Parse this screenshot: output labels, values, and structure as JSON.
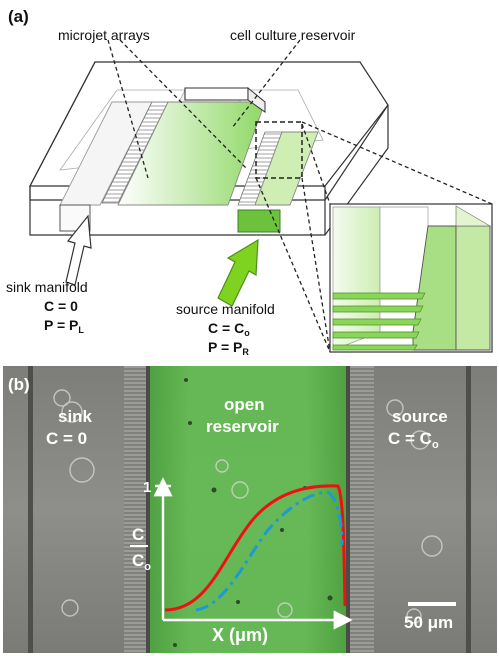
{
  "panel_a": {
    "label": "(a)",
    "callouts": {
      "microjet_arrays": "microjet arrays",
      "cell_culture_reservoir": "cell culture reservoir"
    },
    "sink": {
      "title": "sink manifold",
      "c_eq": "C = 0",
      "p_eq": "P = P",
      "p_sub": "L"
    },
    "source": {
      "title": "source manifold",
      "c_eq": "C = C",
      "c_sub": "o",
      "p_eq": "P = P",
      "p_sub": "R"
    },
    "colors": {
      "green": "#7ed321",
      "light_green": "#d9f5b8",
      "line": "#222222"
    }
  },
  "panel_b": {
    "label": "(b)",
    "sink_label": "sink",
    "sink_eq": "C = 0",
    "reservoir_label_1": "open",
    "reservoir_label_2": "reservoir",
    "source_label": "source",
    "source_eq": "C = C",
    "source_eq_sub": "o",
    "y_tick": "1",
    "y_label_top": "C",
    "y_label_bottom": "C",
    "y_label_bottom_sub": "o",
    "x_label": "X (μm)",
    "scale_bar": "50 μm",
    "colors": {
      "bg": "#8a8a86",
      "green": "#59b84a",
      "solid_curve": "#ee1111",
      "dashed_curve": "#1b9ad6"
    }
  }
}
